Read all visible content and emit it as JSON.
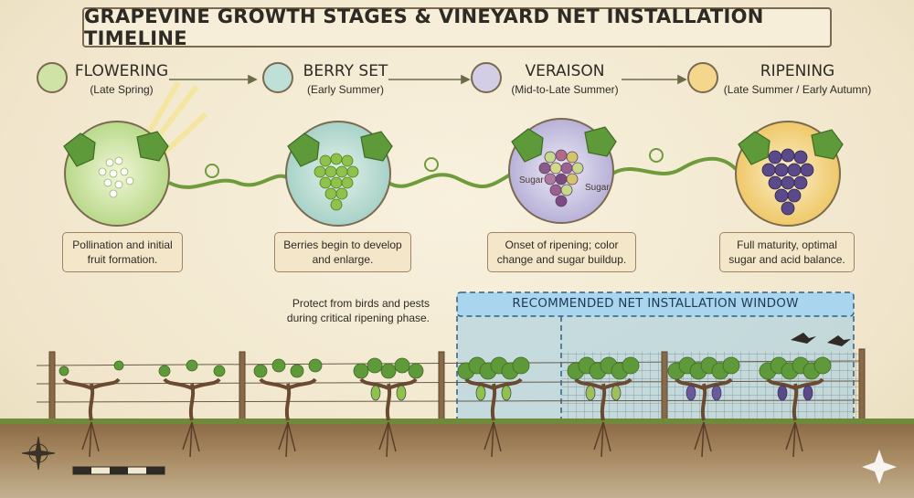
{
  "title": "GRAPEVINE GROWTH STAGES & VINEYARD NET INSTALLATION TIMELINE",
  "stages": [
    {
      "name": "FLOWERING",
      "season": "(Late Spring)",
      "caption": "Pollination and initial fruit formation.",
      "icon": "flower-icon",
      "color": "#cfe3a6"
    },
    {
      "name": "BERRY SET",
      "season": "(Early Summer)",
      "caption": "Berries begin to develop and enlarge.",
      "icon": "green-grape-icon",
      "color": "#bfe0d6"
    },
    {
      "name": "VERAISON",
      "season": "(Mid-to-Late Summer)",
      "caption": "Onset of ripening; color change and sugar buildup.",
      "icon": "mixed-grape-icon",
      "color": "#d3cde6"
    },
    {
      "name": "RIPENING",
      "season": "(Late Summer / Early Autumn)",
      "caption": "Full maturity, optimal sugar and acid balance.",
      "icon": "purple-grape-icon",
      "color": "#f4d78c"
    }
  ],
  "veraison_labels": [
    "Sugar",
    "Sugar"
  ],
  "protect_note": "Protect from birds and pests during critical ripening phase.",
  "net_window_label": "RECOMMENDED NET INSTALLATION WINDOW",
  "colors": {
    "leaf": "#5f9a3a",
    "green_grape": "#8fc24a",
    "purple_grape": "#5a4a8a",
    "net_window": "#8cc7e8",
    "border": "#7a6a4f"
  }
}
